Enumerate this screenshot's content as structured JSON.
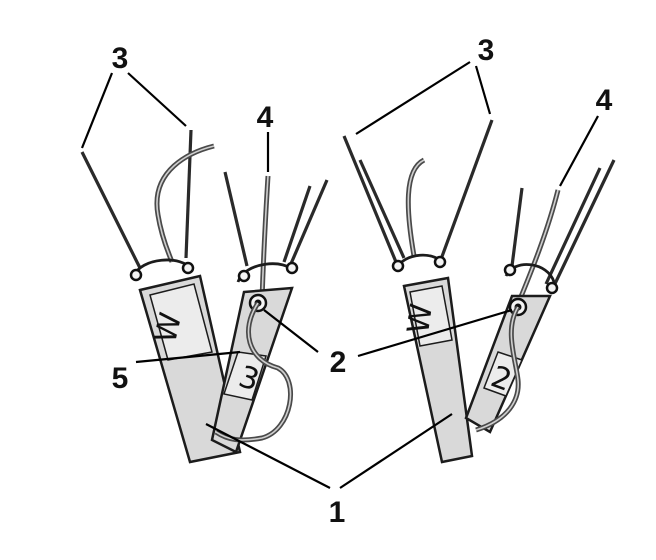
{
  "callouts": {
    "c1": "1",
    "c2": "2",
    "c3_left": "3",
    "c3_right": "3",
    "c4_left": "4",
    "c4_right": "4",
    "c5": "5"
  },
  "part_marks": {
    "left_bar_a": "W",
    "left_bar_b": "3",
    "right_bar_a": "W",
    "right_bar_b": "2"
  },
  "colors": {
    "ink": "#111111",
    "bar_fill": "#d9d9d9",
    "background": "#ffffff"
  }
}
